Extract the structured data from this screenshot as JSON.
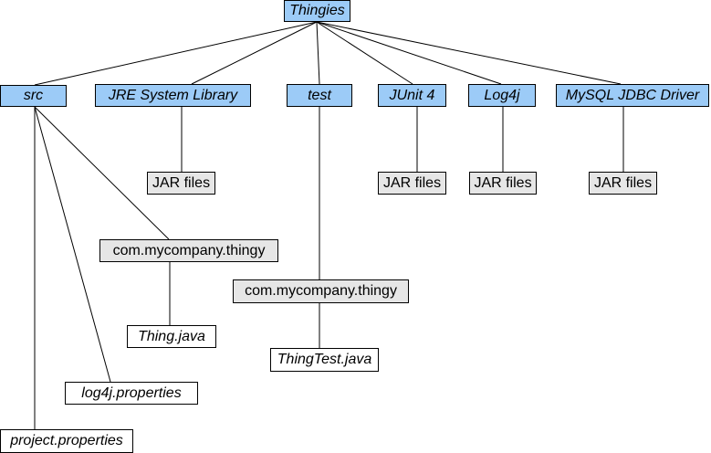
{
  "root": {
    "label": "Thingies"
  },
  "top": {
    "src": "src",
    "jre": "JRE System Library",
    "test": "test",
    "junit": "JUnit 4",
    "log4j": "Log4j",
    "mysql": "MySQL JDBC Driver"
  },
  "jar": {
    "jre": "JAR files",
    "junit": "JAR files",
    "log4j": "JAR files",
    "mysql": "JAR files"
  },
  "src_children": {
    "package": "com.mycompany.thingy",
    "thing_java": "Thing.java",
    "log4j_properties": "log4j.properties",
    "project_properties": "project.properties"
  },
  "test_children": {
    "package": "com.mycompany.thingy",
    "thingtest_java": "ThingTest.java"
  },
  "colors": {
    "container_fill": "#9ccbf7",
    "package_fill": "#e6e6e6",
    "file_fill": "#ffffff",
    "line": "#000000"
  }
}
